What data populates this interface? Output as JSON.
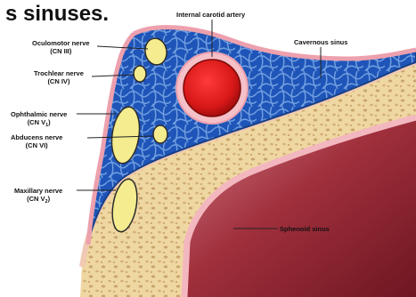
{
  "title": "s sinuses.",
  "labels": {
    "internal_carotid_artery": "Internal carotid artery",
    "cavernous_sinus": "Cavernous sinus",
    "oculomotor_nerve": {
      "name": "Oculomotor nerve",
      "cn": "(CN III)"
    },
    "trochlear_nerve": {
      "name": "Trochlear nerve",
      "cn": "(CN IV)"
    },
    "ophthalmic_nerve": {
      "name": "Ophthalmic nerve",
      "cn_prefix": "(CN V",
      "cn_sub": "1",
      "cn_suffix": ")"
    },
    "abducens_nerve": {
      "name": "Abducens nerve",
      "cn": "(CN VI)"
    },
    "maxillary_nerve": {
      "name": "Maxillary nerve",
      "cn_prefix": "(CN V",
      "cn_sub": "2",
      "cn_suffix": ")"
    },
    "sphenoid_sinus": "Sphenoid sinus"
  },
  "colors": {
    "sinus_blue": "#1f55b8",
    "trabecula_light_blue": "#6f9ee0",
    "artery_red": "#d81818",
    "nerve_yellow": "#f4ec8e",
    "bone_tan": "#efd7a2",
    "dura_pink": "#eda0ad",
    "sinus_cavity_maroon": "#a0303c"
  }
}
